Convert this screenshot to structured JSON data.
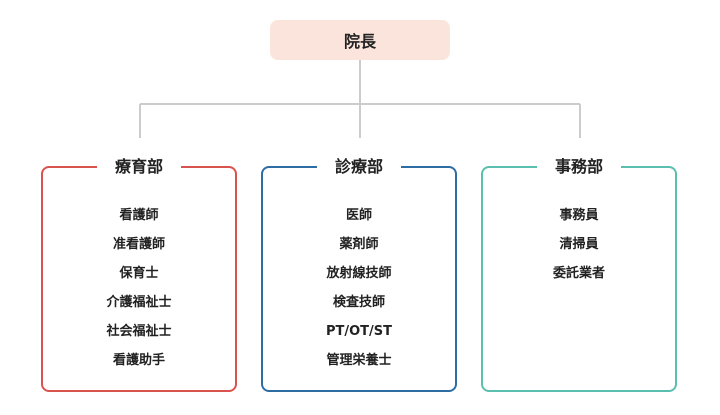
{
  "root": {
    "label": "院長",
    "bg_color": "#fbe4dc"
  },
  "connector_color": "#cccccc",
  "departments": [
    {
      "title": "療育部",
      "border_color": "#d9534f",
      "items": [
        "看護師",
        "准看護師",
        "保育士",
        "介護福祉士",
        "社会福祉士",
        "看護助手"
      ]
    },
    {
      "title": "診療部",
      "border_color": "#2e6da4",
      "items": [
        "医師",
        "薬剤師",
        "放射線技師",
        "検査技師",
        "PT/OT/ST",
        "管理栄養士"
      ]
    },
    {
      "title": "事務部",
      "border_color": "#5bbfb0",
      "items": [
        "事務員",
        "清掃員",
        "委託業者"
      ]
    }
  ]
}
